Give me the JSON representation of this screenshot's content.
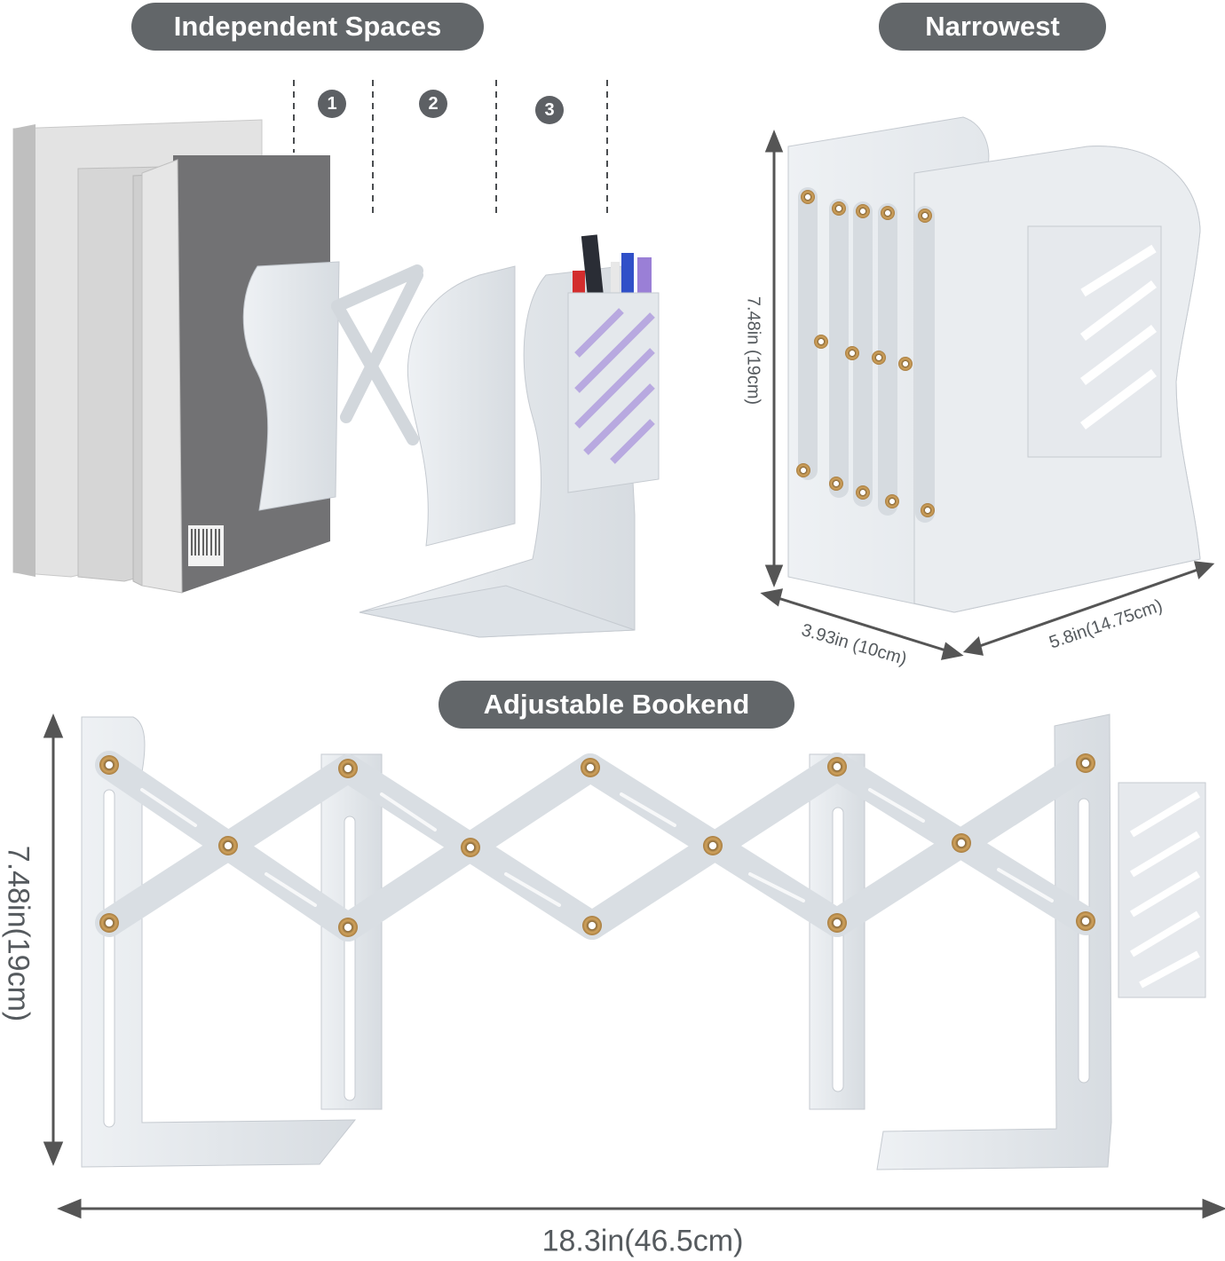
{
  "labels": {
    "independent_spaces": "Independent Spaces",
    "narrowest": "Narrowest",
    "adjustable_bookend": "Adjustable Bookend"
  },
  "compartments": [
    "1",
    "2",
    "3"
  ],
  "dimensions": {
    "narrowest_height": "7.48in (19cm)",
    "narrowest_depth": "3.93in (10cm)",
    "narrowest_width": "5.8in(14.75cm)",
    "adjustable_height": "7.48in(19cm)",
    "adjustable_width": "18.3in(46.5cm)"
  },
  "colors": {
    "pill": "#626669",
    "metal": "#e4e8ec",
    "metal_shade": "#c9ced4",
    "rivet": "#b8894a",
    "book_dark": "#6e6e70",
    "book_light": "#dcdcdc"
  }
}
